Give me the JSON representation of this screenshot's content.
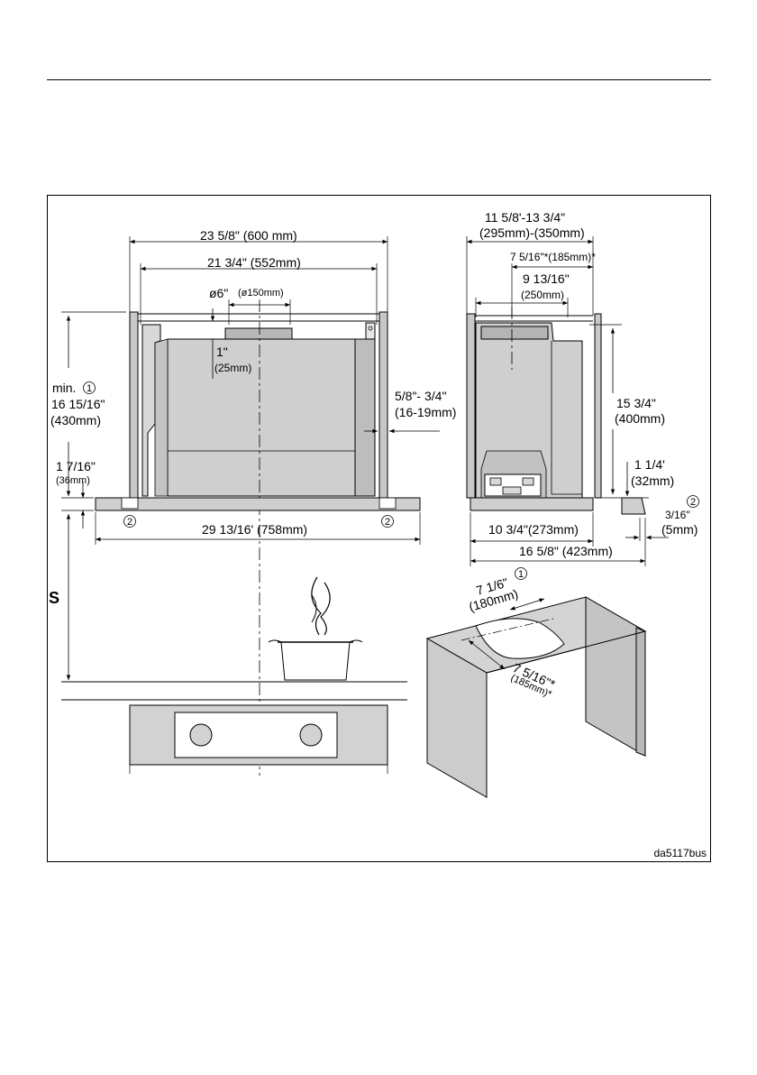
{
  "diagram_code": "da5117bus",
  "front_view": {
    "width_outer": "23 5/8\" (600 mm)",
    "width_inner": "21 3/4\" (552mm)",
    "duct_diameter": "ø6\"",
    "duct_diameter_mm": "(ø150mm)",
    "top_offset": "1\"",
    "top_offset_mm": "(25mm)",
    "min_label": "min.",
    "min_ref": "1",
    "height_min": "16 15/16\"",
    "height_min_mm": "(430mm)",
    "bottom_gap": "1 7/16\"",
    "bottom_gap_mm": "(36mm)",
    "side_gap": "5/8\"- 3/4\"",
    "side_gap_mm": "(16-19mm)",
    "total_width": "29 13/16' (758mm)",
    "bracket_ref": "2",
    "s_label": "S"
  },
  "side_view": {
    "depth_range": "11 5/8'-13 3/4\"",
    "depth_range_mm": "(295mm)-(350mm)",
    "duct_offset": "7 5/16\"*(185mm)*",
    "duct_depth": "9 13/16\"",
    "duct_depth_mm": "(250mm)",
    "height": "15 3/4\"",
    "height_mm": "(400mm)",
    "rail": "1 1/4'",
    "rail_mm": "(32mm)",
    "rail_gap": "3/16\"",
    "rail_gap_mm": "(5mm)",
    "rail_ref": "2",
    "bottom_depth": "10 3/4\"(273mm)",
    "total_depth": "16 5/8\" (423mm)"
  },
  "cabinet_view": {
    "cutout_width": "7 1/6\"",
    "cutout_width_mm": "(180mm)",
    "cutout_ref": "1",
    "cutout_offset": "7 5/16\"*",
    "cutout_offset_mm": "(185mm)*"
  }
}
